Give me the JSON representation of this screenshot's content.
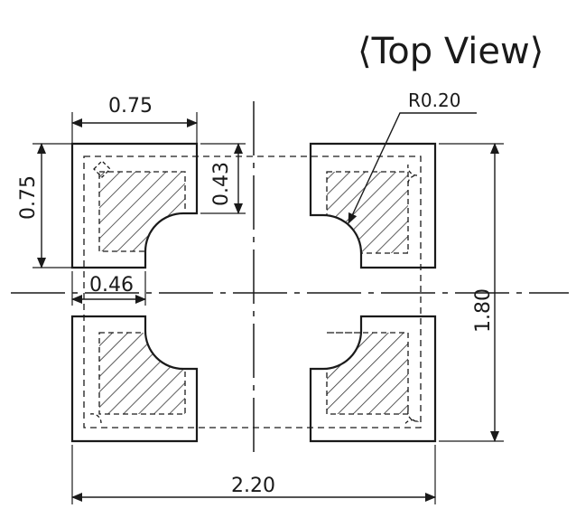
{
  "title": "⟨Top View⟩",
  "dimensions": {
    "pad_width": "0.75",
    "pad_height": "0.75",
    "notch_offset": "0.43",
    "pad_gap": "0.46",
    "radius": "R0.20",
    "total_height": "1.80",
    "total_width": "2.20"
  }
}
